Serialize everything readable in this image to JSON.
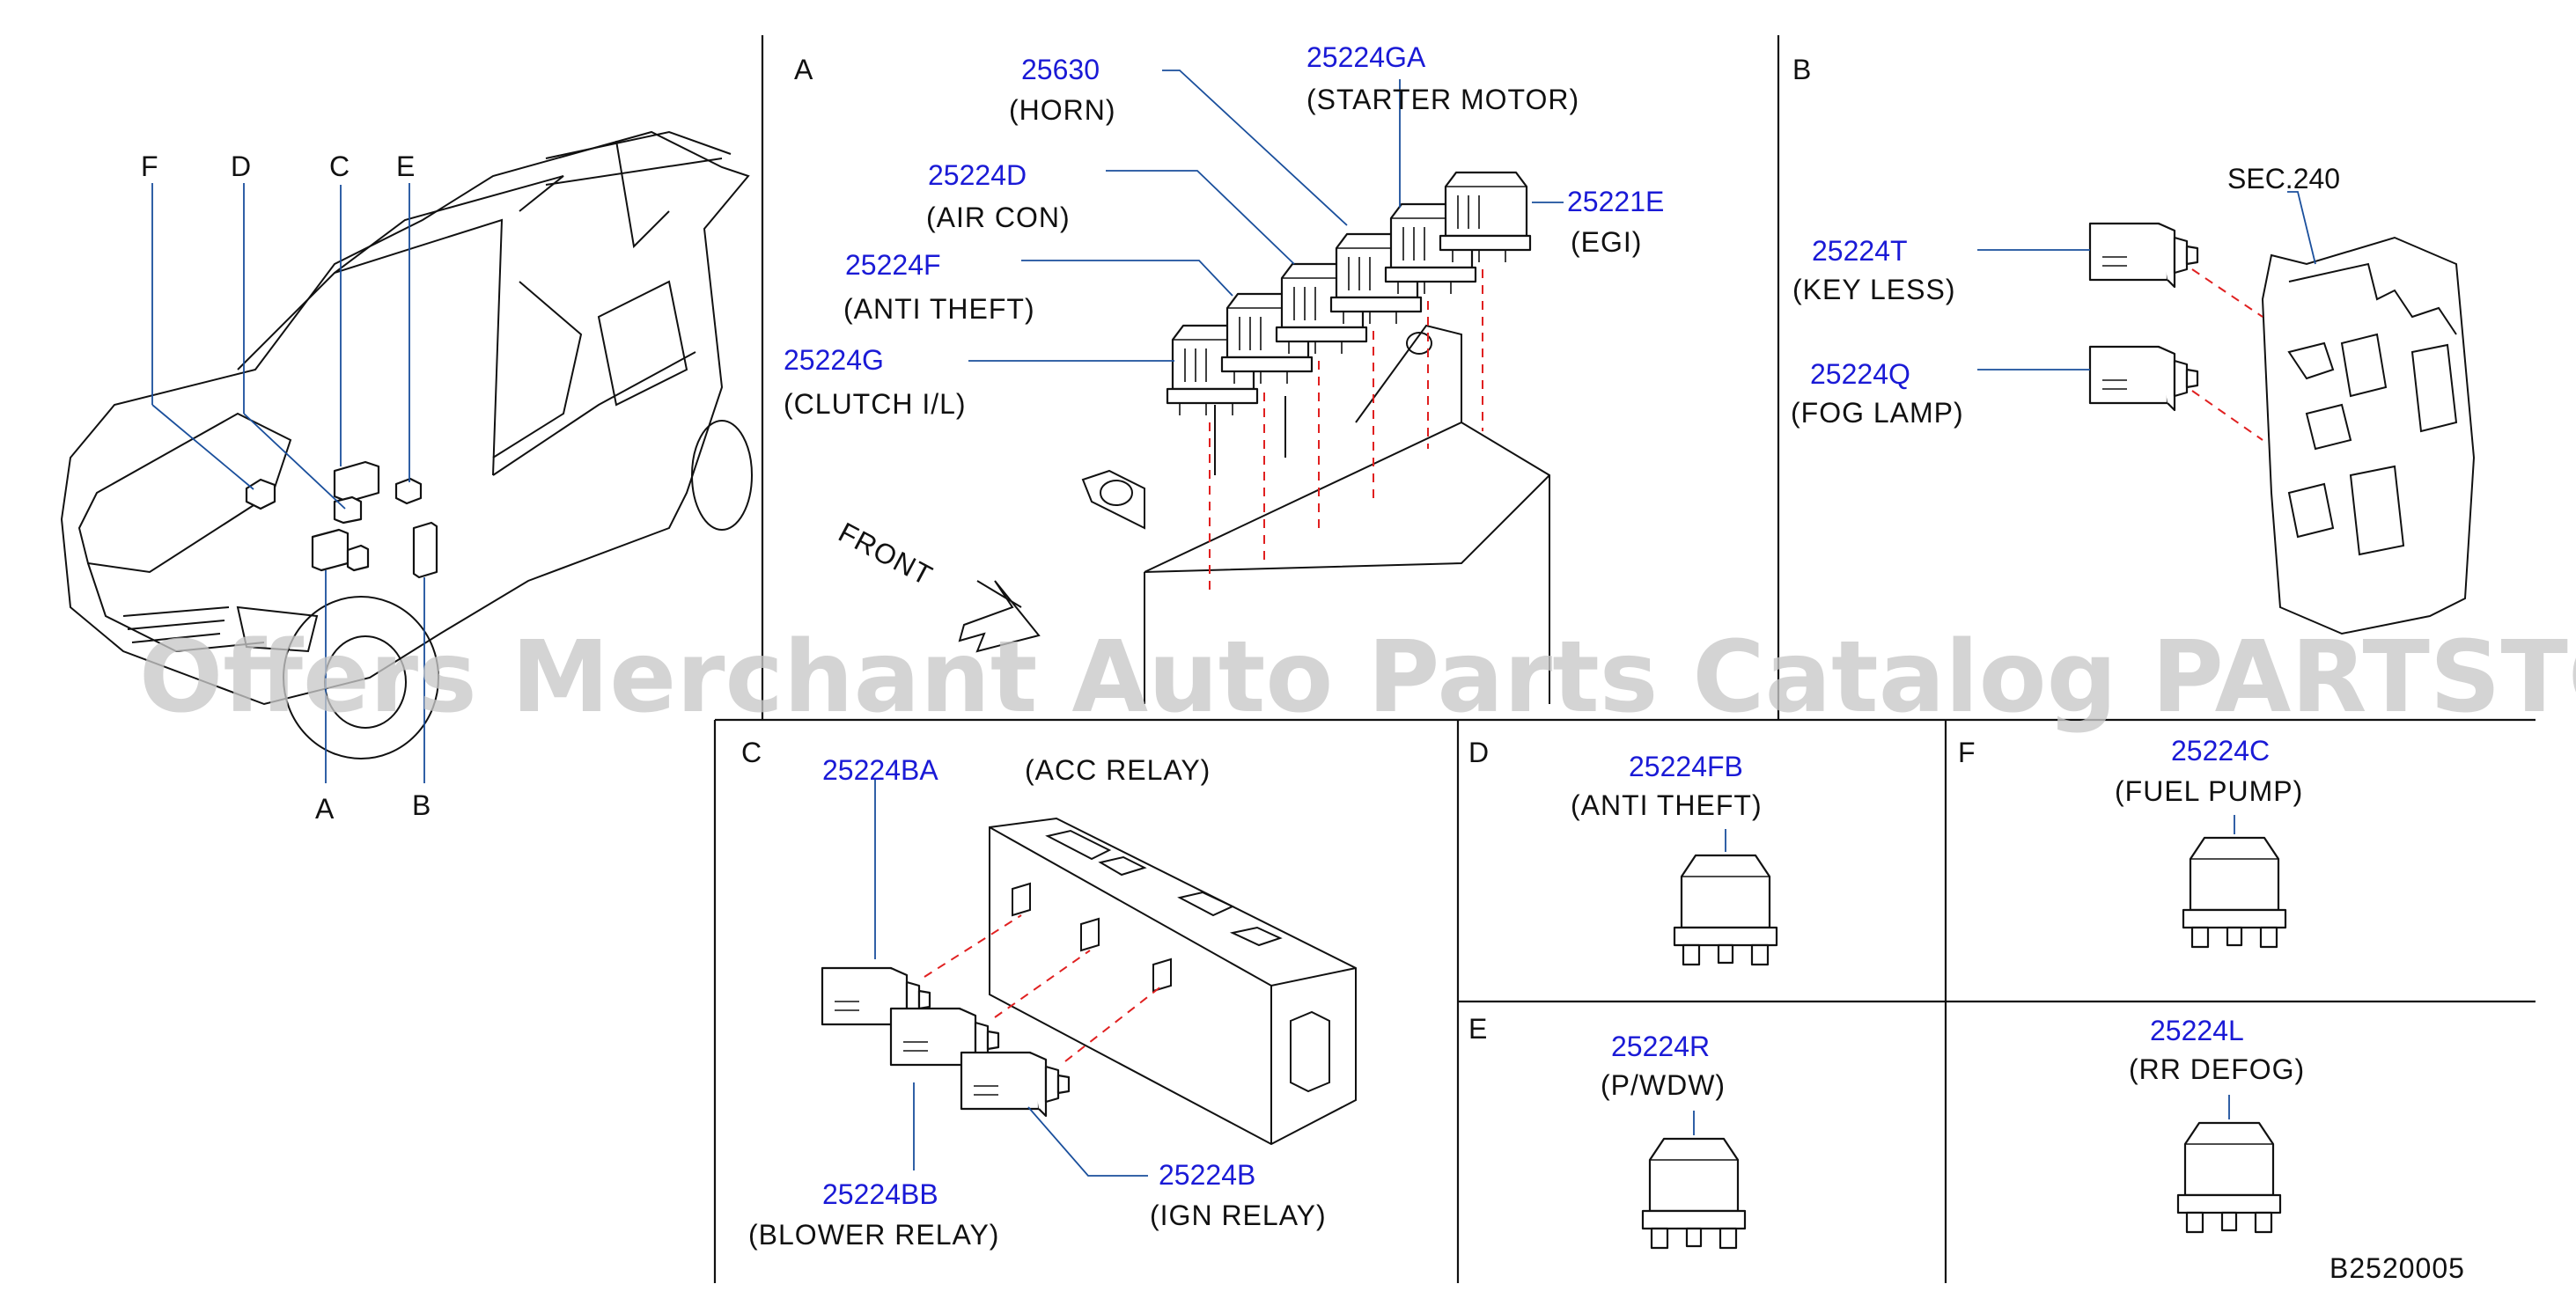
{
  "panels": {
    "A": "A",
    "B": "B",
    "C": "C",
    "D": "D",
    "E": "E",
    "F": "F"
  },
  "vehicle_callouts": {
    "F": "F",
    "D": "D",
    "C": "C",
    "E": "E",
    "A": "A",
    "B": "B"
  },
  "panel_a": {
    "horn": {
      "part": "25630",
      "desc": "(HORN)"
    },
    "starter": {
      "part": "25224GA",
      "desc": "(STARTER  MOTOR)"
    },
    "aircon": {
      "part": "25224D",
      "desc": "(AIR  CON)"
    },
    "egi": {
      "part": "25221E",
      "desc": "(EGI)"
    },
    "antitheft": {
      "part": "25224F",
      "desc": "(ANTI  THEFT)"
    },
    "clutch": {
      "part": "25224G",
      "desc": "(CLUTCH  I/L)"
    },
    "front": "FRONT"
  },
  "panel_b": {
    "sec": "SEC.240",
    "keyless": {
      "part": "25224T",
      "desc": "(KEY  LESS)"
    },
    "foglamp": {
      "part": "25224Q",
      "desc": "(FOG  LAMP)"
    }
  },
  "panel_c": {
    "acc": {
      "part": "25224BA",
      "desc": "(ACC  RELAY)"
    },
    "blower": {
      "part": "25224BB",
      "desc": "(BLOWER  RELAY)"
    },
    "ign": {
      "part": "25224B",
      "desc": "(IGN  RELAY)"
    }
  },
  "panel_d": {
    "part": "25224FB",
    "desc": "(ANTI  THEFT)"
  },
  "panel_f": {
    "part": "25224C",
    "desc": "(FUEL  PUMP)"
  },
  "panel_e": {
    "part": "25224R",
    "desc": "(P/WDW)"
  },
  "panel_rr": {
    "part": "25224L",
    "desc": "(RR  DEFOG)"
  },
  "diagram_id": "B2520005",
  "watermark": "Offers Merchant Auto Parts Catalog PARTSTORE.SA",
  "colors": {
    "part_number": "#1a1ad6",
    "leader": "#1a4f9c",
    "dashed": "#e02020"
  }
}
